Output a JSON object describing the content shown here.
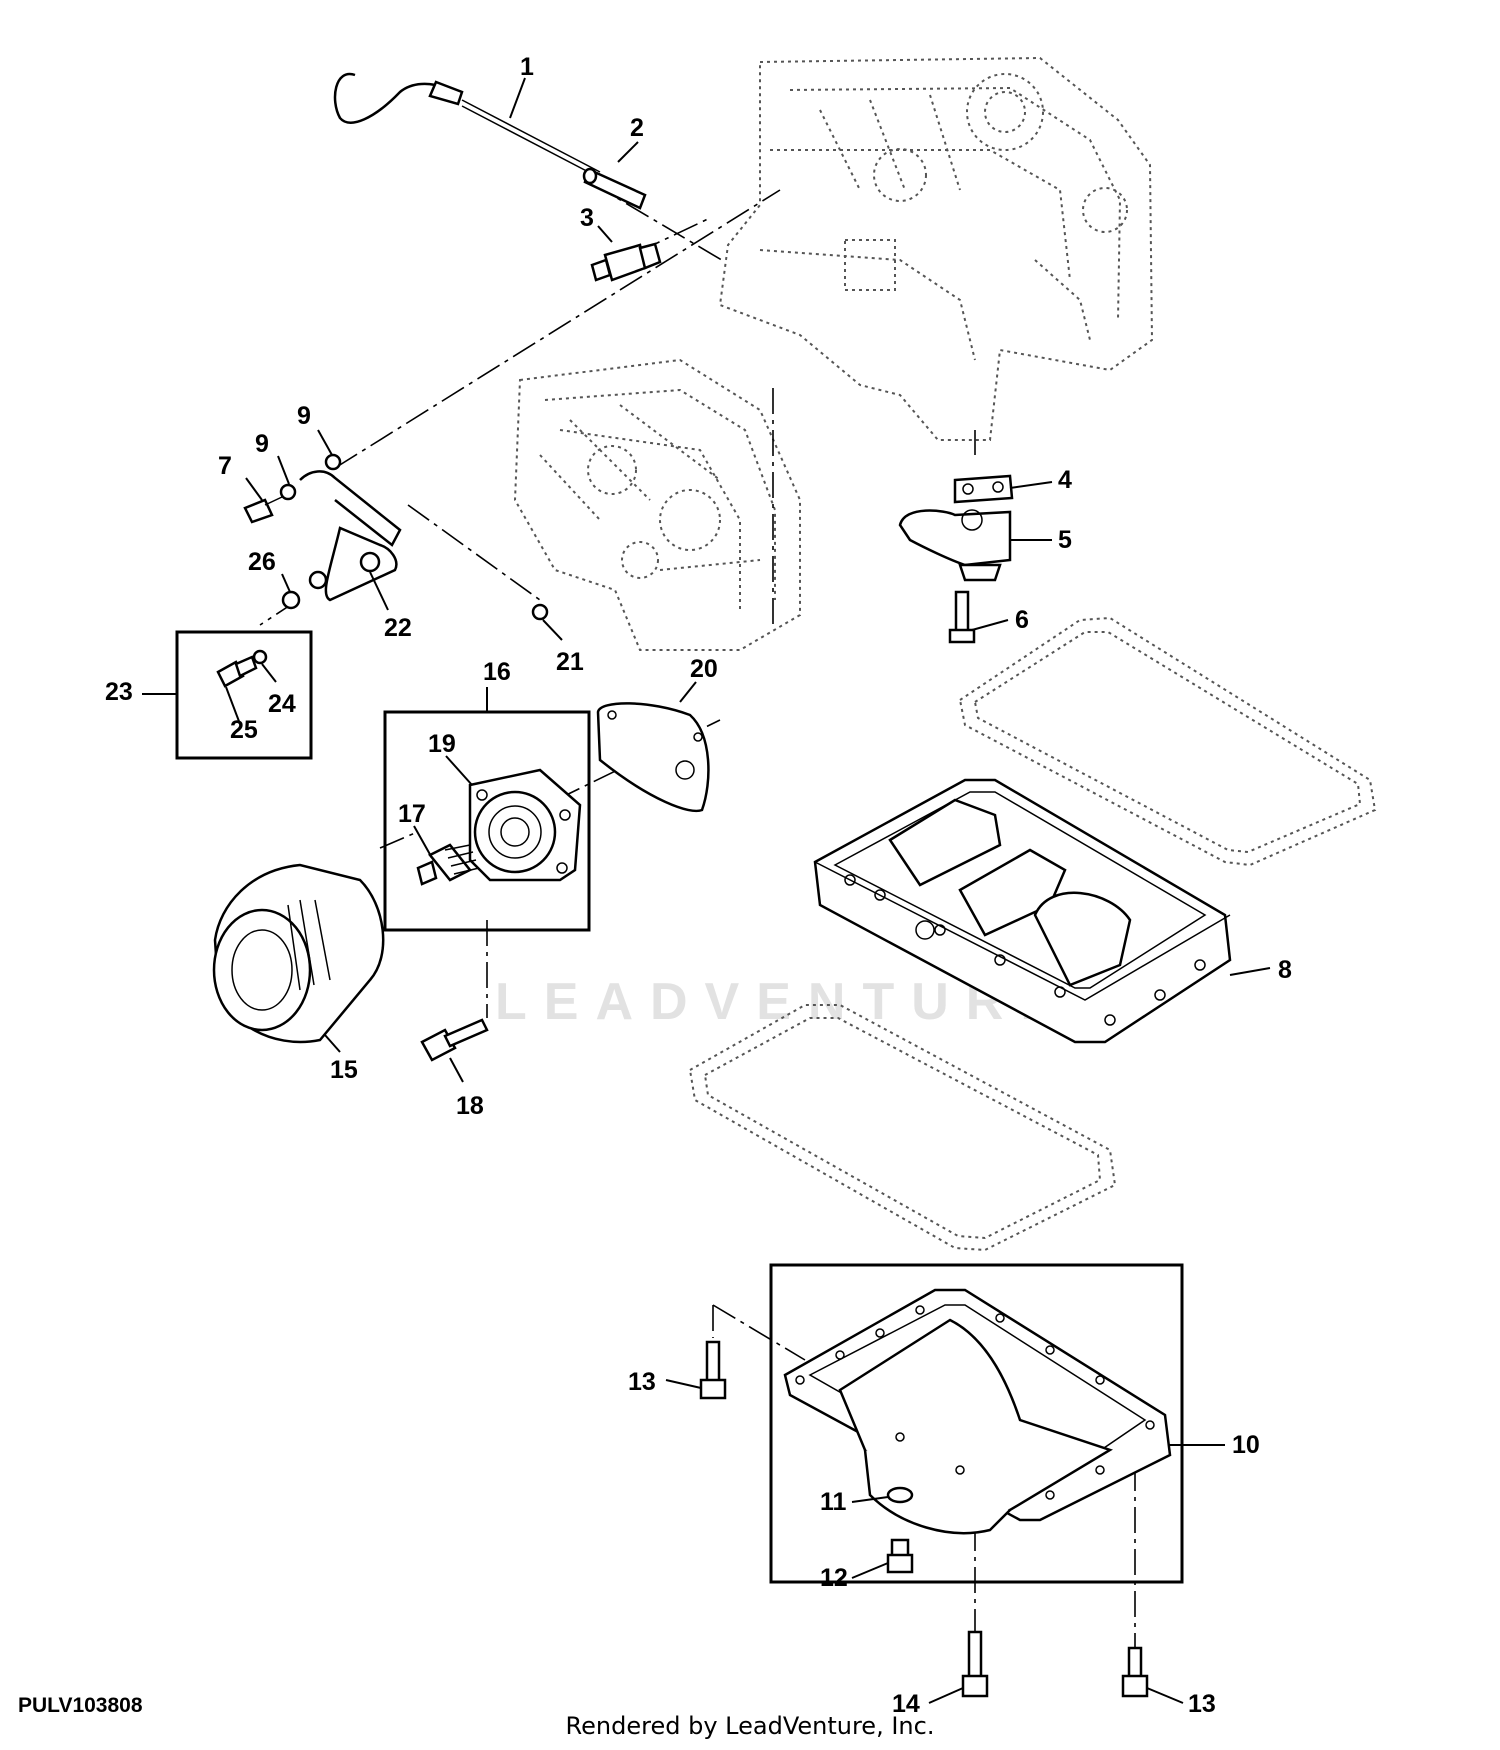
{
  "diagram": {
    "drawing_id": "PULV103808",
    "render_credit": "Rendered by LeadVenture, Inc.",
    "watermark_text": "LEADVENTURE",
    "callouts": {
      "c1": "1",
      "c2": "2",
      "c3": "3",
      "c4": "4",
      "c5": "5",
      "c6": "6",
      "c7": "7",
      "c8": "8",
      "c9a": "9",
      "c9b": "9",
      "c10": "10",
      "c11": "11",
      "c12": "12",
      "c13a": "13",
      "c13b": "13",
      "c14": "14",
      "c15": "15",
      "c16": "16",
      "c17": "17",
      "c18": "18",
      "c19": "19",
      "c20": "20",
      "c21": "21",
      "c22": "22",
      "c23": "23",
      "c24": "24",
      "c25": "25",
      "c26": "26"
    }
  }
}
